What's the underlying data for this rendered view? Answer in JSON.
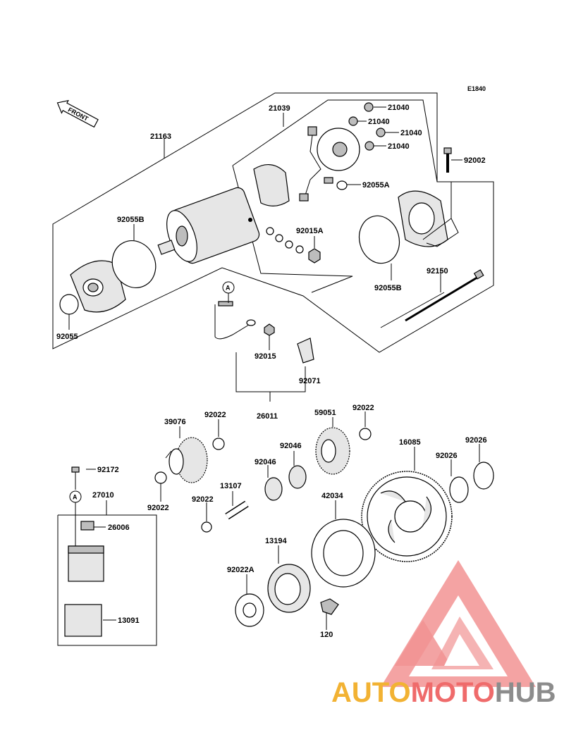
{
  "diagram_code": "E1840",
  "front_label": "FRONT",
  "ref_marker": "A",
  "parts": {
    "p21163": "21163",
    "p21039": "21039",
    "p21040a": "21040",
    "p21040b": "21040",
    "p21040c": "21040",
    "p21040d": "21040",
    "p92002": "92002",
    "p92055A": "92055A",
    "p92055B_left": "92055B",
    "p92015A": "92015A",
    "p92055B_right": "92055B",
    "p92150": "92150",
    "p92055": "92055",
    "p92015": "92015",
    "p92071": "92071",
    "p26011": "26011",
    "p39076": "39076",
    "p92022_a": "92022",
    "p59051": "59051",
    "p92022_b": "92022",
    "p92046_a": "92046",
    "p92046_b": "92046",
    "p16085": "16085",
    "p92026_a": "92026",
    "p92026_b": "92026",
    "p92172": "92172",
    "p27010": "27010",
    "p92022_c": "92022",
    "p13107": "13107",
    "p92022_d": "92022",
    "p42034": "42034",
    "p26006": "26006",
    "p13194": "13194",
    "p92022A": "92022A",
    "p120": "120",
    "p13091": "13091"
  },
  "watermark": {
    "auto": "AUTO",
    "moto": "MOTO",
    "hub": "HUB",
    "colors": {
      "auto": "#f2b233",
      "moto": "#ef6b6b",
      "hub": "#8c8c8c",
      "logo": "#ef5a5a"
    }
  }
}
